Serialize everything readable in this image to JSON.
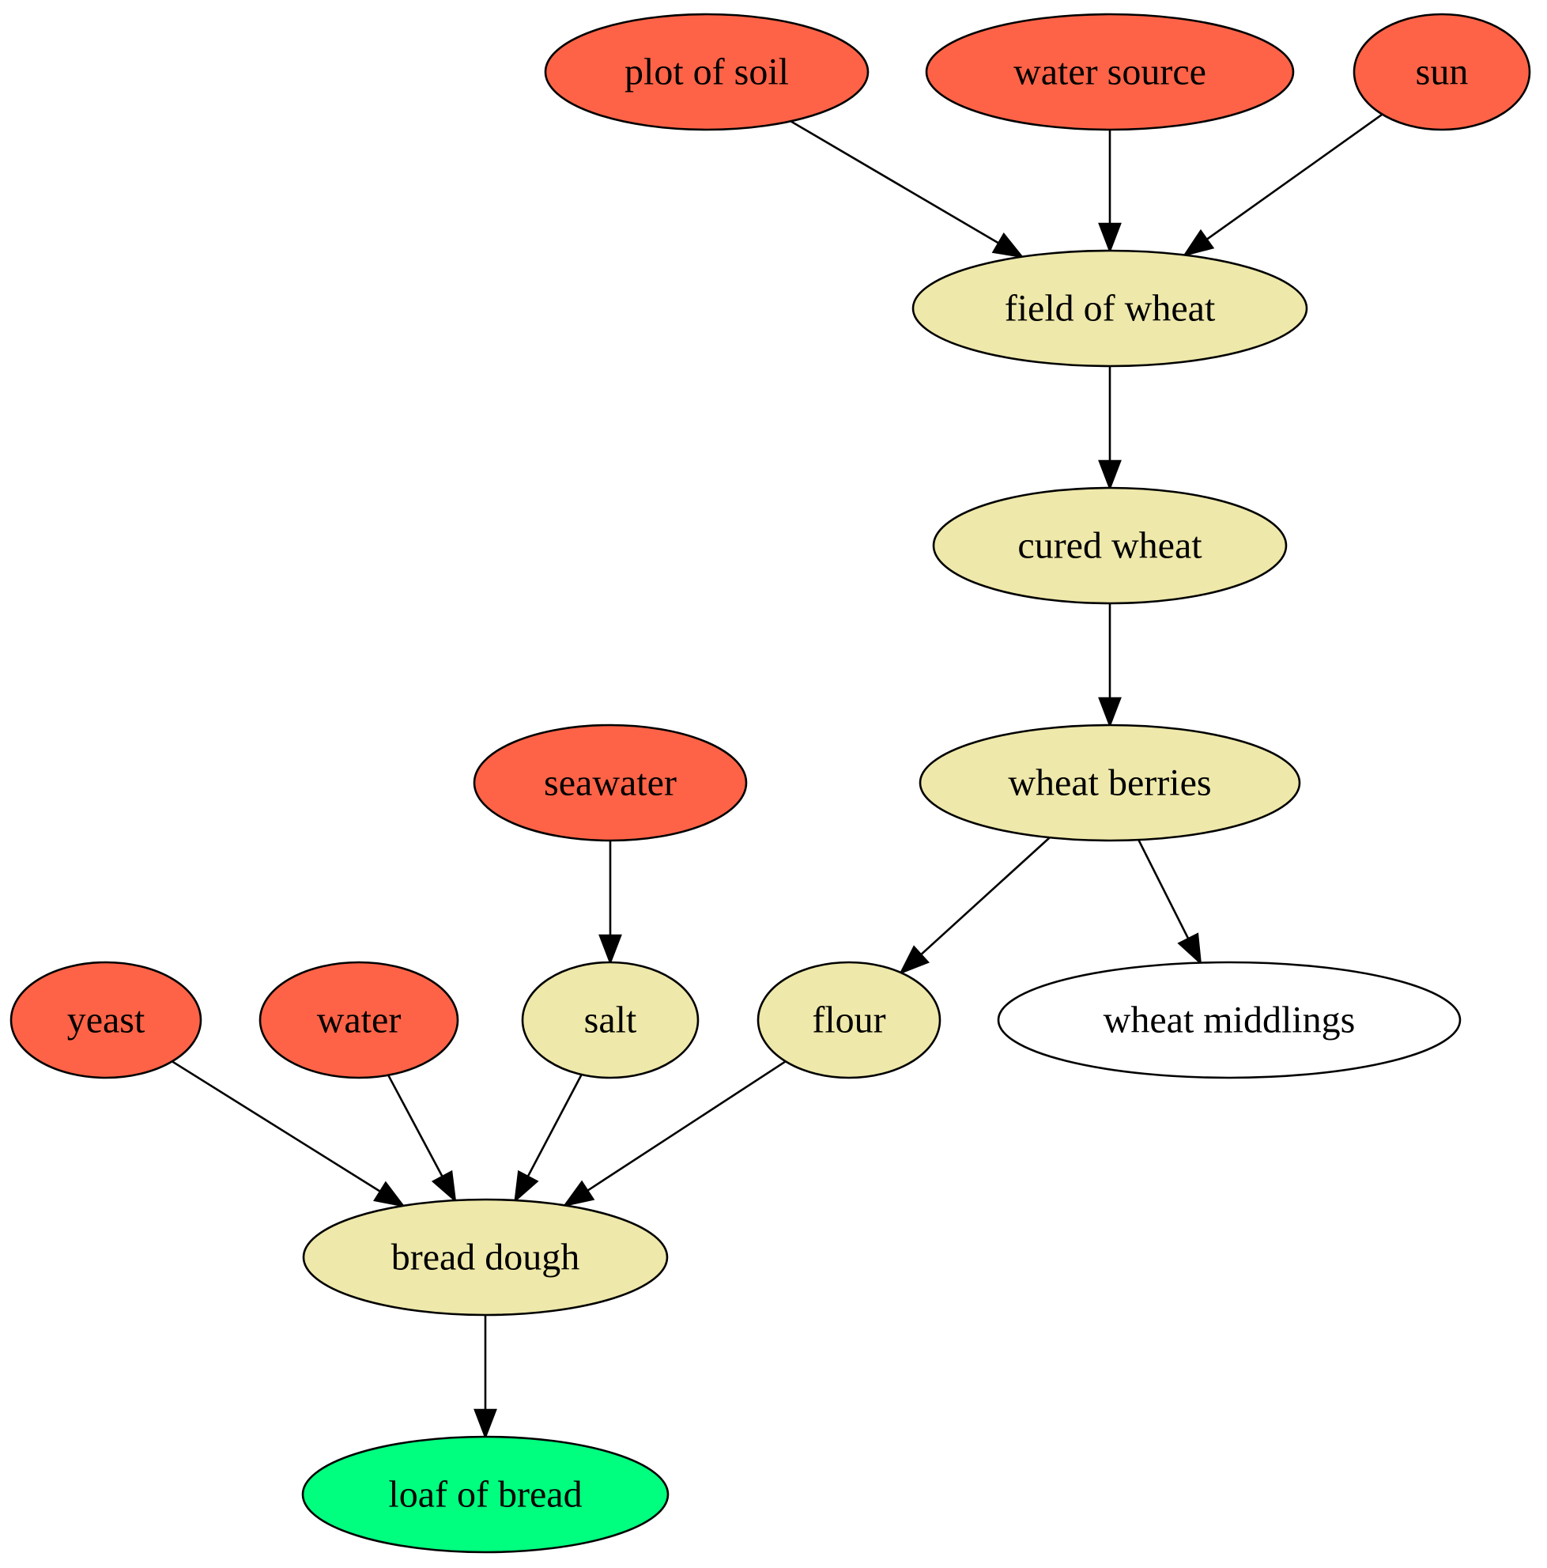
{
  "colors": {
    "raw": "#ff6347",
    "intermediate": "#eee8aa",
    "byproduct": "#ffffff",
    "final": "#00ff7f",
    "stroke": "#000000"
  },
  "nodes": [
    {
      "id": "plot_of_soil",
      "label": "plot of soil",
      "kind": "raw"
    },
    {
      "id": "water_source",
      "label": "water source",
      "kind": "raw"
    },
    {
      "id": "sun",
      "label": "sun",
      "kind": "raw"
    },
    {
      "id": "field_of_wheat",
      "label": "field of wheat",
      "kind": "intermediate"
    },
    {
      "id": "cured_wheat",
      "label": "cured wheat",
      "kind": "intermediate"
    },
    {
      "id": "wheat_berries",
      "label": "wheat berries",
      "kind": "intermediate"
    },
    {
      "id": "seawater",
      "label": "seawater",
      "kind": "raw"
    },
    {
      "id": "yeast",
      "label": "yeast",
      "kind": "raw"
    },
    {
      "id": "water",
      "label": "water",
      "kind": "raw"
    },
    {
      "id": "salt",
      "label": "salt",
      "kind": "intermediate"
    },
    {
      "id": "flour",
      "label": "flour",
      "kind": "intermediate"
    },
    {
      "id": "wheat_middlings",
      "label": "wheat middlings",
      "kind": "byproduct"
    },
    {
      "id": "bread_dough",
      "label": "bread dough",
      "kind": "intermediate"
    },
    {
      "id": "loaf_of_bread",
      "label": "loaf of bread",
      "kind": "final"
    }
  ],
  "edges": [
    {
      "from": "plot_of_soil",
      "to": "field_of_wheat"
    },
    {
      "from": "water_source",
      "to": "field_of_wheat"
    },
    {
      "from": "sun",
      "to": "field_of_wheat"
    },
    {
      "from": "field_of_wheat",
      "to": "cured_wheat"
    },
    {
      "from": "cured_wheat",
      "to": "wheat_berries"
    },
    {
      "from": "wheat_berries",
      "to": "flour"
    },
    {
      "from": "wheat_berries",
      "to": "wheat_middlings"
    },
    {
      "from": "seawater",
      "to": "salt"
    },
    {
      "from": "yeast",
      "to": "bread_dough"
    },
    {
      "from": "water",
      "to": "bread_dough"
    },
    {
      "from": "salt",
      "to": "bread_dough"
    },
    {
      "from": "flour",
      "to": "bread_dough"
    },
    {
      "from": "bread_dough",
      "to": "loaf_of_bread"
    }
  ]
}
